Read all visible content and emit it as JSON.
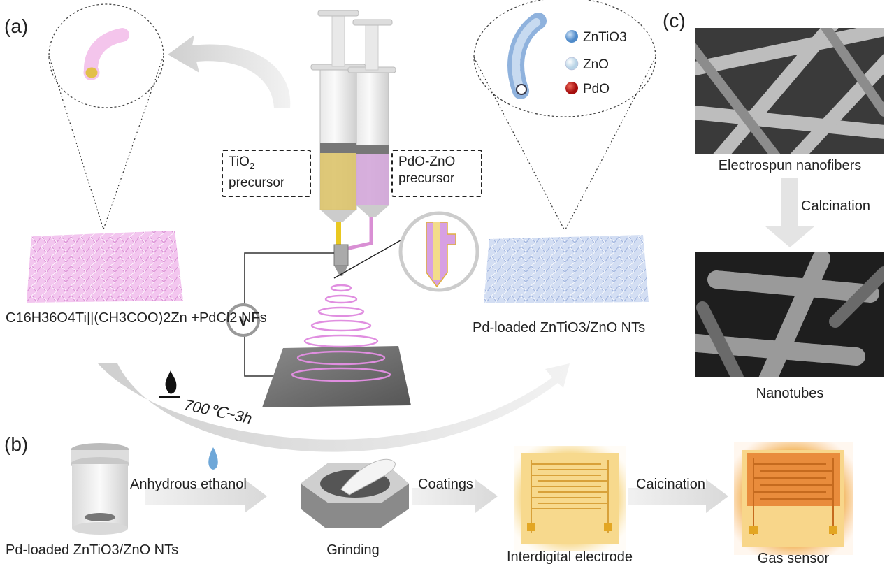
{
  "panels": {
    "a": "(a)",
    "b": "(b)",
    "c": "(c)"
  },
  "panel_a": {
    "precursor_left": {
      "line1": "TiO",
      "sub1": "2",
      "line2": "precursor"
    },
    "precursor_right": {
      "line1": "PdO-ZnO",
      "line2": "precursor"
    },
    "voltage_symbol": "V",
    "left_mat_formula": "C16H36O4Ti||(CH3COO)2Zn +PdCl2 NFs",
    "right_mat_label": "Pd-loaded ZnTiO3/ZnO NTs",
    "calcination_condition": "700℃~3h",
    "legend": [
      {
        "name": "ZnTiO3",
        "color": "#6fa8dc"
      },
      {
        "name": "ZnO",
        "color": "#d6e9f5"
      },
      {
        "name": "PdO",
        "color": "#c0181a"
      }
    ]
  },
  "panel_b": {
    "start_label": "Pd-loaded ZnTiO3/ZnO NTs",
    "steps": [
      {
        "arrow_label": "Anhydrous ethanol",
        "result": "Grinding"
      },
      {
        "arrow_label": "Coatings",
        "result": "Interdigital electrode"
      },
      {
        "arrow_label": "Caicination",
        "result": "Gas sensor"
      }
    ]
  },
  "panel_c": {
    "top_caption": "Electrospun nanofibers",
    "arrow_label": "Calcination",
    "bottom_caption": "Nanotubes"
  }
}
